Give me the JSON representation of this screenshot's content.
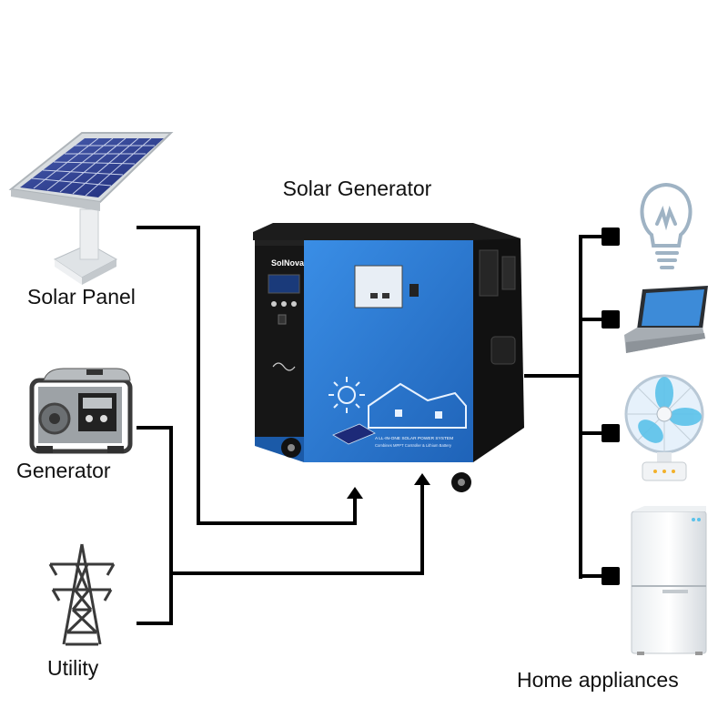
{
  "diagram": {
    "title": "Solar Generator",
    "sources": [
      {
        "label": "Solar Panel",
        "icon": "solar-panel-icon"
      },
      {
        "label": "Generator",
        "icon": "generator-icon"
      },
      {
        "label": "Utility",
        "icon": "power-tower-icon"
      }
    ],
    "output_label": "Home appliances",
    "appliances": [
      {
        "icon": "light-bulb-icon"
      },
      {
        "icon": "laptop-icon"
      },
      {
        "icon": "fan-icon"
      },
      {
        "icon": "refrigerator-icon"
      }
    ],
    "device": {
      "brand": "SolNova",
      "panel_text": "A LL-IN-ONE SOLAR POWER SYSTEM",
      "panel_subtext": "Combines MPPT Controller & Lithium Battery"
    },
    "colors": {
      "device_blue": "#2a7bd4",
      "device_black": "#161616",
      "line": "#000000"
    }
  }
}
